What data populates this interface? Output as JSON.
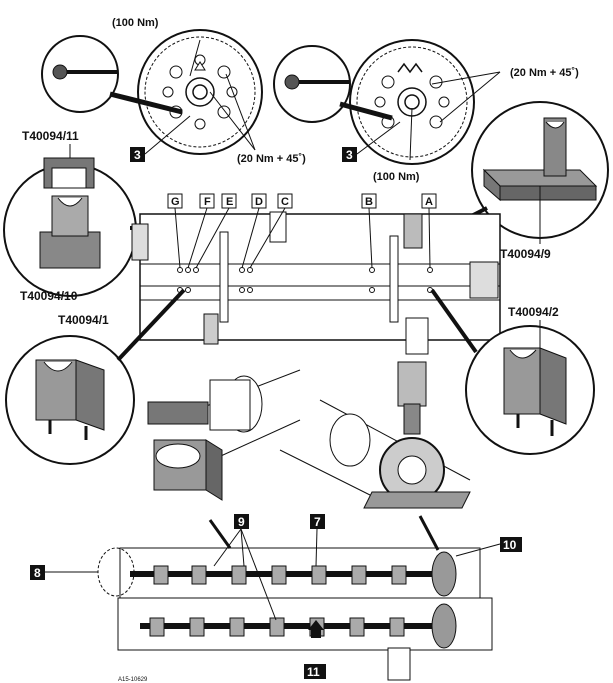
{
  "torque": {
    "left_top": "(100 Nm)",
    "left_bottom": "(20 Nm + 45˚)",
    "right_top": "(20 Nm + 45˚)",
    "right_bottom": "(100 Nm)"
  },
  "tools": {
    "t11": "T40094/11",
    "t10": "T40094/10",
    "t9": "T40094/9",
    "t1": "T40094/1",
    "t2": "T40094/2"
  },
  "bearing_letters": [
    "G",
    "F",
    "E",
    "D",
    "C",
    "B",
    "A"
  ],
  "callouts": {
    "n3a": "3",
    "n3b": "3",
    "n7": "7",
    "n8": "8",
    "n9": "9",
    "n10": "10",
    "n11": "11"
  },
  "ref_code": "A15-10629"
}
